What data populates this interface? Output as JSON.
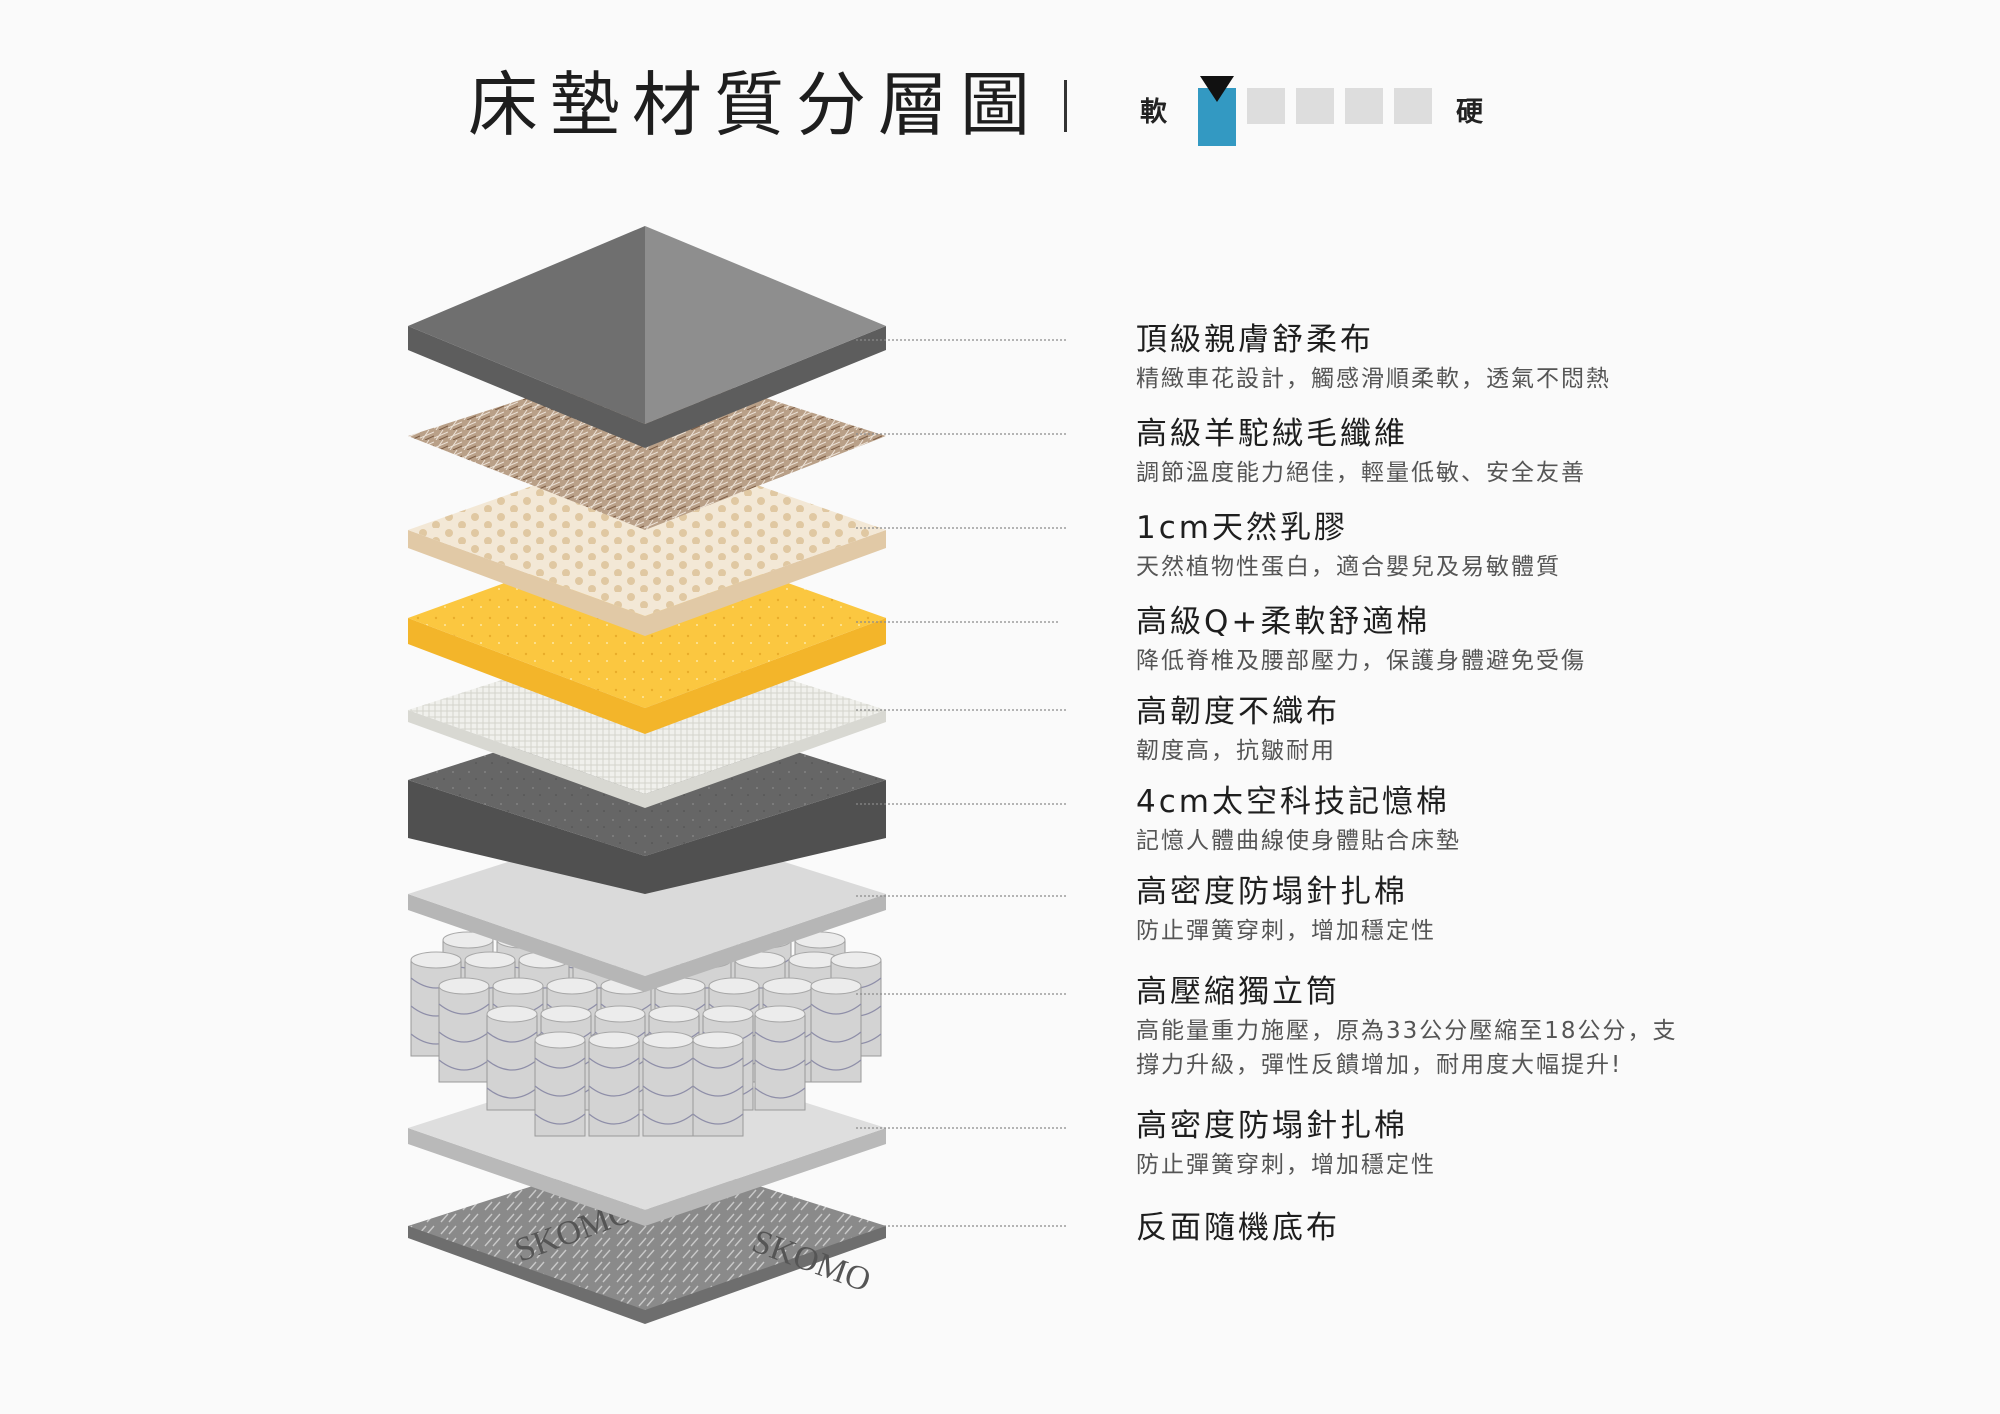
{
  "header": {
    "title": "床墊材質分層圖",
    "firmness": {
      "soft_label": "軟",
      "hard_label": "硬",
      "levels": 5,
      "selected_level": 1,
      "active_color": "#3399c2",
      "inactive_color": "#dddddd"
    }
  },
  "layers": [
    {
      "name": "頂級親膚舒柔布",
      "desc": "精緻車花設計，觸感滑順柔軟，透氣不悶熱"
    },
    {
      "name": "高級羊駝絨毛纖維",
      "desc": "調節溫度能力絕佳，輕量低敏、安全友善"
    },
    {
      "name": "1cm天然乳膠",
      "desc": "天然植物性蛋白，適合嬰兒及易敏體質"
    },
    {
      "name": "高級Q+柔軟舒適棉",
      "desc": "降低脊椎及腰部壓力，保護身體避免受傷"
    },
    {
      "name": "高韌度不織布",
      "desc": "韌度高，抗皺耐用"
    },
    {
      "name": "4cm太空科技記憶棉",
      "desc": "記憶人體曲線使身體貼合床墊"
    },
    {
      "name": "高密度防塌針扎棉",
      "desc": "防止彈簧穿刺，增加穩定性"
    },
    {
      "name": "高壓縮獨立筒",
      "desc": "高能量重力施壓，原為33公分壓縮至18公分，支",
      "desc2": "撐力升級，彈性反饋增加，耐用度大幅提升!"
    },
    {
      "name": "高密度防塌針扎棉",
      "desc": "防止彈簧穿刺，增加穩定性"
    },
    {
      "name": "反面隨機底布",
      "desc": ""
    }
  ],
  "colors": {
    "top_fabric": "#8e8e8e",
    "alpaca": "#b49a82",
    "latex": "#f1e4cf",
    "comfort_foam": "#fbc740",
    "nonwoven": "#ededea",
    "memory_foam": "#5c5c5c",
    "felt": "#dcdcdc",
    "springs": "#d7d7d7",
    "bottom": "#7d7d7d"
  },
  "icons": [
    "firmness-pointer-icon"
  ]
}
